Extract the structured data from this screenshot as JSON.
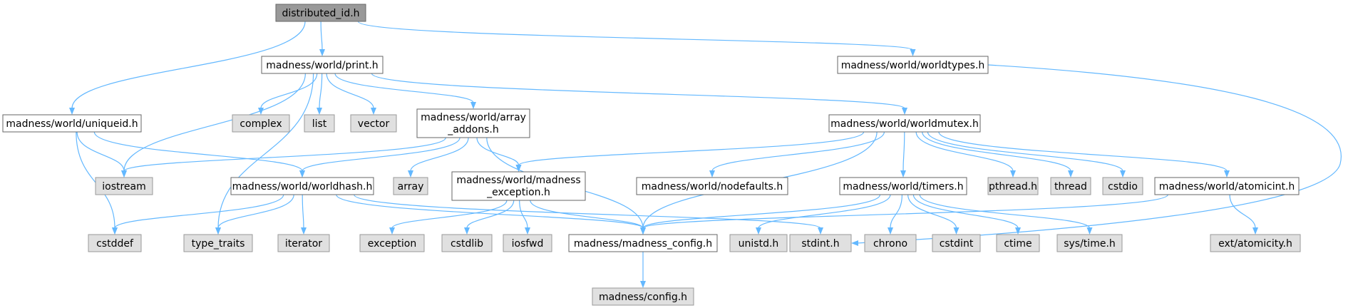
{
  "graph": {
    "colors": {
      "edge": "#63b8ff",
      "root_fill": "#999999",
      "node_fill": "#ffffff",
      "external_fill": "#e0e0e0",
      "node_border": "#666666",
      "external_border": "#999999"
    },
    "nodes": {
      "root": {
        "label": "distributed_id.h",
        "kind": "root"
      },
      "print": {
        "label": "madness/world/print.h",
        "kind": "node"
      },
      "worldtypes": {
        "label": "madness/world/worldtypes.h",
        "kind": "node"
      },
      "uniqueid": {
        "label": "madness/world/uniqueid.h",
        "kind": "node"
      },
      "complex": {
        "label": "complex",
        "kind": "external"
      },
      "list": {
        "label": "list",
        "kind": "external"
      },
      "vector": {
        "label": "vector",
        "kind": "external"
      },
      "array_addons": {
        "label": "madness/world/array",
        "label2": "_addons.h",
        "kind": "node"
      },
      "worldmutex": {
        "label": "madness/world/worldmutex.h",
        "kind": "node"
      },
      "iostream": {
        "label": "iostream",
        "kind": "external"
      },
      "worldhash": {
        "label": "madness/world/worldhash.h",
        "kind": "node"
      },
      "array": {
        "label": "array",
        "kind": "external"
      },
      "madness_exception": {
        "label": "madness/world/madness",
        "label2": "_exception.h",
        "kind": "node"
      },
      "nodefaults": {
        "label": "madness/world/nodefaults.h",
        "kind": "node"
      },
      "timers": {
        "label": "madness/world/timers.h",
        "kind": "node"
      },
      "pthread": {
        "label": "pthread.h",
        "kind": "external"
      },
      "thread": {
        "label": "thread",
        "kind": "external"
      },
      "cstdio": {
        "label": "cstdio",
        "kind": "external"
      },
      "atomicint": {
        "label": "madness/world/atomicint.h",
        "kind": "node"
      },
      "cstddef": {
        "label": "cstddef",
        "kind": "external"
      },
      "type_traits": {
        "label": "type_traits",
        "kind": "external"
      },
      "iterator": {
        "label": "iterator",
        "kind": "external"
      },
      "exception": {
        "label": "exception",
        "kind": "external"
      },
      "cstdlib": {
        "label": "cstdlib",
        "kind": "external"
      },
      "iosfwd": {
        "label": "iosfwd",
        "kind": "external"
      },
      "madness_config": {
        "label": "madness/madness_config.h",
        "kind": "node"
      },
      "unistd": {
        "label": "unistd.h",
        "kind": "external"
      },
      "stdint": {
        "label": "stdint.h",
        "kind": "external"
      },
      "chrono": {
        "label": "chrono",
        "kind": "external"
      },
      "cstdint": {
        "label": "cstdint",
        "kind": "external"
      },
      "ctime": {
        "label": "ctime",
        "kind": "external"
      },
      "systime": {
        "label": "sys/time.h",
        "kind": "external"
      },
      "ext_atomicity": {
        "label": "ext/atomicity.h",
        "kind": "external"
      },
      "config": {
        "label": "madness/config.h",
        "kind": "external"
      }
    },
    "edges": [
      [
        "root",
        "print"
      ],
      [
        "root",
        "worldtypes"
      ],
      [
        "root",
        "uniqueid"
      ],
      [
        "print",
        "complex"
      ],
      [
        "print",
        "list"
      ],
      [
        "print",
        "vector"
      ],
      [
        "print",
        "array_addons"
      ],
      [
        "print",
        "worldmutex"
      ],
      [
        "print",
        "iostream"
      ],
      [
        "print",
        "type_traits"
      ],
      [
        "uniqueid",
        "iostream"
      ],
      [
        "uniqueid",
        "worldhash"
      ],
      [
        "uniqueid",
        "cstddef"
      ],
      [
        "array_addons",
        "iostream"
      ],
      [
        "array_addons",
        "worldhash"
      ],
      [
        "array_addons",
        "array"
      ],
      [
        "array_addons",
        "madness_exception"
      ],
      [
        "array_addons",
        "madness_config"
      ],
      [
        "worldmutex",
        "madness_exception"
      ],
      [
        "worldmutex",
        "nodefaults"
      ],
      [
        "worldmutex",
        "timers"
      ],
      [
        "worldmutex",
        "pthread"
      ],
      [
        "worldmutex",
        "thread"
      ],
      [
        "worldmutex",
        "cstdio"
      ],
      [
        "worldmutex",
        "atomicint"
      ],
      [
        "worldmutex",
        "madness_config"
      ],
      [
        "worldtypes",
        "stdint"
      ],
      [
        "worldhash",
        "cstddef"
      ],
      [
        "worldhash",
        "type_traits"
      ],
      [
        "worldhash",
        "iterator"
      ],
      [
        "worldhash",
        "madness_config"
      ],
      [
        "worldhash",
        "stdint"
      ],
      [
        "madness_exception",
        "exception"
      ],
      [
        "madness_exception",
        "cstdlib"
      ],
      [
        "madness_exception",
        "iosfwd"
      ],
      [
        "madness_exception",
        "madness_config"
      ],
      [
        "timers",
        "madness_config"
      ],
      [
        "timers",
        "unistd"
      ],
      [
        "timers",
        "chrono"
      ],
      [
        "timers",
        "cstdint"
      ],
      [
        "timers",
        "ctime"
      ],
      [
        "timers",
        "systime"
      ],
      [
        "atomicint",
        "madness_config"
      ],
      [
        "atomicint",
        "ext_atomicity"
      ],
      [
        "madness_config",
        "config"
      ]
    ]
  }
}
